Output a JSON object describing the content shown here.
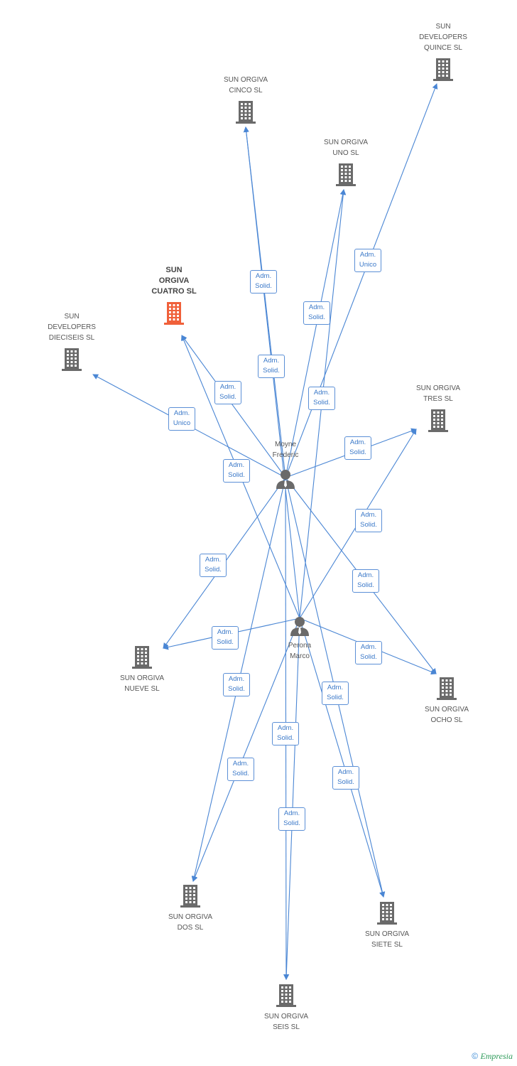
{
  "colors": {
    "edge": "#4a86d4",
    "company_icon": "#6a6a6a",
    "focus_icon": "#f0603a",
    "person_icon": "#6a6a6a",
    "label_border": "#5b8fd6",
    "label_text": "#3a78c8"
  },
  "companies": [
    {
      "id": "quince",
      "label": "SUN\nDEVELOPERS\nQUINCE SL",
      "focus": false
    },
    {
      "id": "cinco",
      "label": "SUN ORGIVA\nCINCO SL",
      "focus": false
    },
    {
      "id": "uno",
      "label": "SUN ORGIVA\nUNO SL",
      "focus": false
    },
    {
      "id": "cuatro",
      "label": "SUN\nORGIVA\nCUATRO SL",
      "focus": true
    },
    {
      "id": "dieciseis",
      "label": "SUN\nDEVELOPERS\nDIECISEIS SL",
      "focus": false
    },
    {
      "id": "tres",
      "label": "SUN ORGIVA\nTRES SL",
      "focus": false
    },
    {
      "id": "nueve",
      "label": "SUN ORGIVA\nNUEVE SL",
      "focus": false
    },
    {
      "id": "ocho",
      "label": "SUN ORGIVA\nOCHO SL",
      "focus": false
    },
    {
      "id": "dos",
      "label": "SUN ORGIVA\nDOS SL",
      "focus": false
    },
    {
      "id": "siete",
      "label": "SUN ORGIVA\nSIETE SL",
      "focus": false
    },
    {
      "id": "seis",
      "label": "SUN ORGIVA\nSEIS SL",
      "focus": false
    }
  ],
  "persons": [
    {
      "id": "moyne",
      "label": "Moyne\nFrederic"
    },
    {
      "id": "perona",
      "label": "Perona\nMarco"
    }
  ],
  "edges": [
    {
      "from": "moyne",
      "to": "quince",
      "line1": "Adm.",
      "line2": "Unico"
    },
    {
      "from": "moyne",
      "to": "cinco",
      "line1": "Adm.",
      "line2": "Solid."
    },
    {
      "from": "perona",
      "to": "cinco",
      "line1": "Adm.",
      "line2": "Solid."
    },
    {
      "from": "moyne",
      "to": "uno",
      "line1": "Adm.",
      "line2": "Solid."
    },
    {
      "from": "perona",
      "to": "uno",
      "line1": "Adm.",
      "line2": "Solid."
    },
    {
      "from": "moyne",
      "to": "cuatro",
      "line1": "Adm.",
      "line2": "Solid."
    },
    {
      "from": "perona",
      "to": "cuatro",
      "line1": "Adm.",
      "line2": "Solid."
    },
    {
      "from": "moyne",
      "to": "dieciseis",
      "line1": "Adm.",
      "line2": "Unico"
    },
    {
      "from": "moyne",
      "to": "tres",
      "line1": "Adm.",
      "line2": "Solid."
    },
    {
      "from": "perona",
      "to": "tres",
      "line1": "Adm.",
      "line2": "Solid."
    },
    {
      "from": "moyne",
      "to": "nueve",
      "line1": "Adm.",
      "line2": "Solid."
    },
    {
      "from": "perona",
      "to": "nueve",
      "line1": "Adm.",
      "line2": "Solid."
    },
    {
      "from": "moyne",
      "to": "ocho",
      "line1": "Adm.",
      "line2": "Solid."
    },
    {
      "from": "perona",
      "to": "ocho",
      "line1": "Adm.",
      "line2": "Solid."
    },
    {
      "from": "moyne",
      "to": "dos",
      "line1": "Adm.",
      "line2": "Solid."
    },
    {
      "from": "perona",
      "to": "dos",
      "line1": "Adm.",
      "line2": "Solid."
    },
    {
      "from": "moyne",
      "to": "siete",
      "line1": "Adm.",
      "line2": "Solid."
    },
    {
      "from": "perona",
      "to": "siete",
      "line1": "Adm.",
      "line2": "Solid."
    },
    {
      "from": "moyne",
      "to": "seis",
      "line1": "Adm.",
      "line2": "Solid."
    },
    {
      "from": "perona",
      "to": "seis",
      "line1": "Adm.",
      "line2": "Solid."
    }
  ],
  "footer": {
    "copyright": "©",
    "brand": "Empresia"
  }
}
